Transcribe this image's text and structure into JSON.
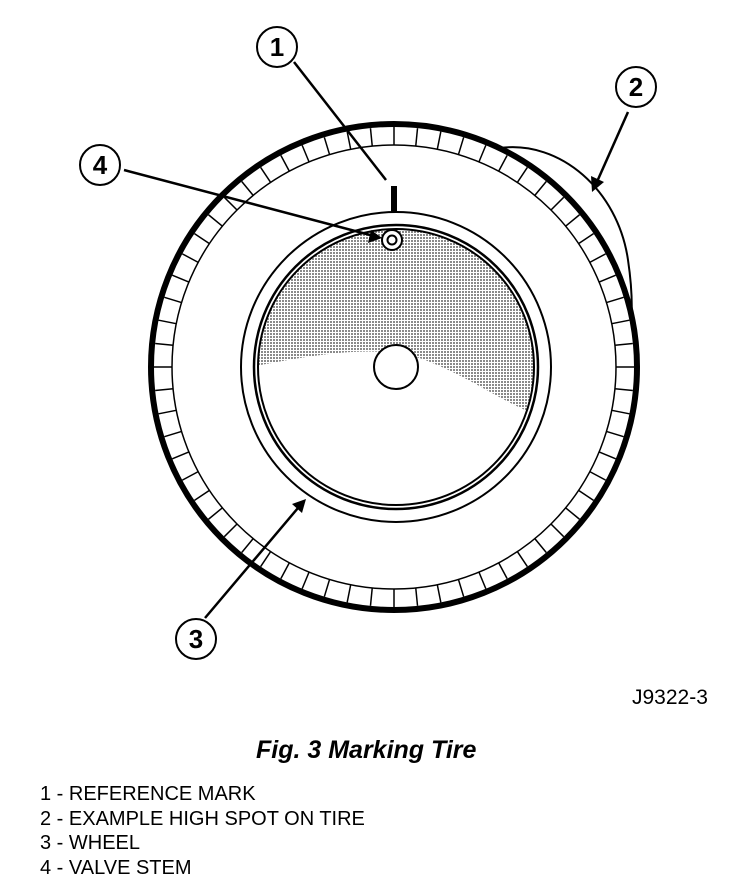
{
  "figure": {
    "figure_id": "J9322-3",
    "caption": "Fig. 3 Marking Tire",
    "callouts": [
      "1",
      "2",
      "3",
      "4"
    ],
    "colors": {
      "line": "#000000",
      "wheel_fill": "#d0d0d0",
      "background": "#ffffff"
    }
  },
  "legend": [
    {
      "text": "1 - REFERENCE MARK"
    },
    {
      "text": "2 - EXAMPLE HIGH SPOT ON TIRE"
    },
    {
      "text": "3 - WHEEL"
    },
    {
      "text": "4 - VALVE STEM"
    }
  ]
}
